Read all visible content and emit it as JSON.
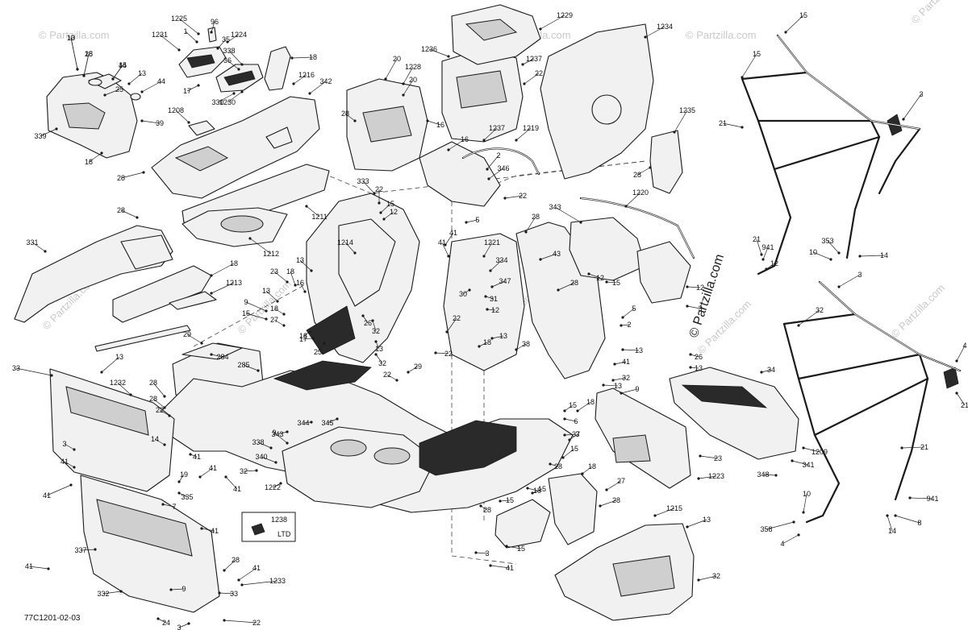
{
  "diagram": {
    "drawing_code": "77C1201-02-03",
    "watermark_text": "© Partzilla.com",
    "brand_text": "© Partzilla.com",
    "legend_box": {
      "part_number": "1238",
      "note": "LTD"
    },
    "callouts": [
      {
        "label": "13"
      },
      {
        "label": "25"
      },
      {
        "label": "44"
      },
      {
        "label": "13"
      },
      {
        "label": "25"
      },
      {
        "label": "44"
      },
      {
        "label": "339"
      },
      {
        "label": "39"
      },
      {
        "label": "18"
      },
      {
        "label": "28"
      },
      {
        "label": "1225"
      },
      {
        "label": "96"
      },
      {
        "label": "1"
      },
      {
        "label": "1231"
      },
      {
        "label": "35"
      },
      {
        "label": "1224"
      },
      {
        "label": "338"
      },
      {
        "label": "36"
      },
      {
        "label": "17"
      },
      {
        "label": "330"
      },
      {
        "label": "1230"
      },
      {
        "label": "18"
      },
      {
        "label": "1216"
      },
      {
        "label": "1208"
      },
      {
        "label": "342"
      },
      {
        "label": "28"
      },
      {
        "label": "1211"
      },
      {
        "label": "1212"
      },
      {
        "label": "20"
      },
      {
        "label": "1228"
      },
      {
        "label": "20"
      },
      {
        "label": "16"
      },
      {
        "label": "1236"
      },
      {
        "label": "1229"
      },
      {
        "label": "1237"
      },
      {
        "label": "22"
      },
      {
        "label": "1237"
      },
      {
        "label": "1219"
      },
      {
        "label": "1234"
      },
      {
        "label": "16"
      },
      {
        "label": "2"
      },
      {
        "label": "346"
      },
      {
        "label": "22"
      },
      {
        "label": "1235"
      },
      {
        "label": "28"
      },
      {
        "label": "5"
      },
      {
        "label": "1220"
      },
      {
        "label": "28"
      },
      {
        "label": "331"
      },
      {
        "label": "333"
      },
      {
        "label": "22"
      },
      {
        "label": "15"
      },
      {
        "label": "12"
      },
      {
        "label": "18"
      },
      {
        "label": "1213"
      },
      {
        "label": "1214"
      },
      {
        "label": "13"
      },
      {
        "label": "23"
      },
      {
        "label": "18"
      },
      {
        "label": "16"
      },
      {
        "label": "13"
      },
      {
        "label": "9"
      },
      {
        "label": "15"
      },
      {
        "label": "18"
      },
      {
        "label": "27"
      },
      {
        "label": "18"
      },
      {
        "label": "23"
      },
      {
        "label": "17"
      },
      {
        "label": "26"
      },
      {
        "label": "32"
      },
      {
        "label": "13"
      },
      {
        "label": "32"
      },
      {
        "label": "29"
      },
      {
        "label": "284"
      },
      {
        "label": "285"
      },
      {
        "label": "13"
      },
      {
        "label": "33"
      },
      {
        "label": "1232"
      },
      {
        "label": "28"
      },
      {
        "label": "28"
      },
      {
        "label": "22"
      },
      {
        "label": "14"
      },
      {
        "label": "3"
      },
      {
        "label": "41"
      },
      {
        "label": "41"
      },
      {
        "label": "41"
      },
      {
        "label": "41"
      },
      {
        "label": "1221"
      },
      {
        "label": "28"
      },
      {
        "label": "343"
      },
      {
        "label": "334"
      },
      {
        "label": "347"
      },
      {
        "label": "30"
      },
      {
        "label": "31"
      },
      {
        "label": "28"
      },
      {
        "label": "12"
      },
      {
        "label": "43"
      },
      {
        "label": "12"
      },
      {
        "label": "15"
      },
      {
        "label": "5"
      },
      {
        "label": "2"
      },
      {
        "label": "22"
      },
      {
        "label": "22"
      },
      {
        "label": "18"
      },
      {
        "label": "13"
      },
      {
        "label": "38"
      },
      {
        "label": "29"
      },
      {
        "label": "22"
      },
      {
        "label": "13"
      },
      {
        "label": "41"
      },
      {
        "label": "32"
      },
      {
        "label": "13"
      },
      {
        "label": "9"
      },
      {
        "label": "26"
      },
      {
        "label": "13"
      },
      {
        "label": "34"
      },
      {
        "label": "15"
      },
      {
        "label": "18"
      },
      {
        "label": "37"
      },
      {
        "label": "6"
      },
      {
        "label": "9"
      },
      {
        "label": "344"
      },
      {
        "label": "345"
      },
      {
        "label": "338"
      },
      {
        "label": "340"
      },
      {
        "label": "343"
      },
      {
        "label": "41"
      },
      {
        "label": "32"
      },
      {
        "label": "41"
      },
      {
        "label": "19"
      },
      {
        "label": "41"
      },
      {
        "label": "335"
      },
      {
        "label": "7"
      },
      {
        "label": "41"
      },
      {
        "label": "3"
      },
      {
        "label": "15"
      },
      {
        "label": "28"
      },
      {
        "label": "18"
      },
      {
        "label": "15"
      },
      {
        "label": "18"
      },
      {
        "label": "1222"
      },
      {
        "label": "15"
      },
      {
        "label": "28"
      },
      {
        "label": "28"
      },
      {
        "label": "27"
      },
      {
        "label": "23"
      },
      {
        "label": "1223"
      },
      {
        "label": "348"
      },
      {
        "label": "1209"
      },
      {
        "label": "341"
      },
      {
        "label": "337"
      },
      {
        "label": "15"
      },
      {
        "label": "3"
      },
      {
        "label": "41"
      },
      {
        "label": "1215"
      },
      {
        "label": "13"
      },
      {
        "label": "32"
      },
      {
        "label": "41"
      },
      {
        "label": "332"
      },
      {
        "label": "28"
      },
      {
        "label": "41"
      },
      {
        "label": "1233"
      },
      {
        "label": "33"
      },
      {
        "label": "9"
      },
      {
        "label": "24"
      },
      {
        "label": "3"
      },
      {
        "label": "22"
      },
      {
        "label": "15"
      },
      {
        "label": "15"
      },
      {
        "label": "3"
      },
      {
        "label": "21"
      },
      {
        "label": "21"
      },
      {
        "label": "941"
      },
      {
        "label": "353"
      },
      {
        "label": "10"
      },
      {
        "label": "14"
      },
      {
        "label": "12"
      },
      {
        "label": "3"
      },
      {
        "label": "32"
      },
      {
        "label": "4"
      },
      {
        "label": "21"
      },
      {
        "label": "21"
      },
      {
        "label": "10"
      },
      {
        "label": "941"
      },
      {
        "label": "358"
      },
      {
        "label": "14"
      },
      {
        "label": "8"
      },
      {
        "label": "4"
      },
      {
        "label": "3"
      },
      {
        "label": "12"
      },
      {
        "label": "10"
      },
      {
        "label": "18"
      },
      {
        "label": "15"
      }
    ]
  }
}
